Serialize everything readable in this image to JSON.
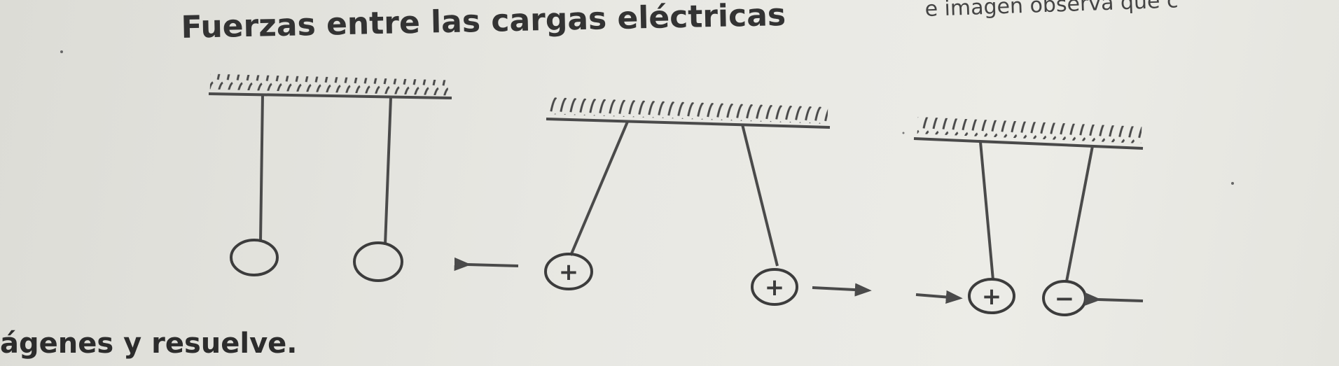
{
  "header": {
    "title": "Fuerzas entre las cargas eléctricas",
    "corner_text": "e imagen observa qué c"
  },
  "footer": {
    "instruction": "ágenes y resuelve."
  },
  "figures": {
    "plus_sign": "+",
    "minus_sign": "−"
  }
}
